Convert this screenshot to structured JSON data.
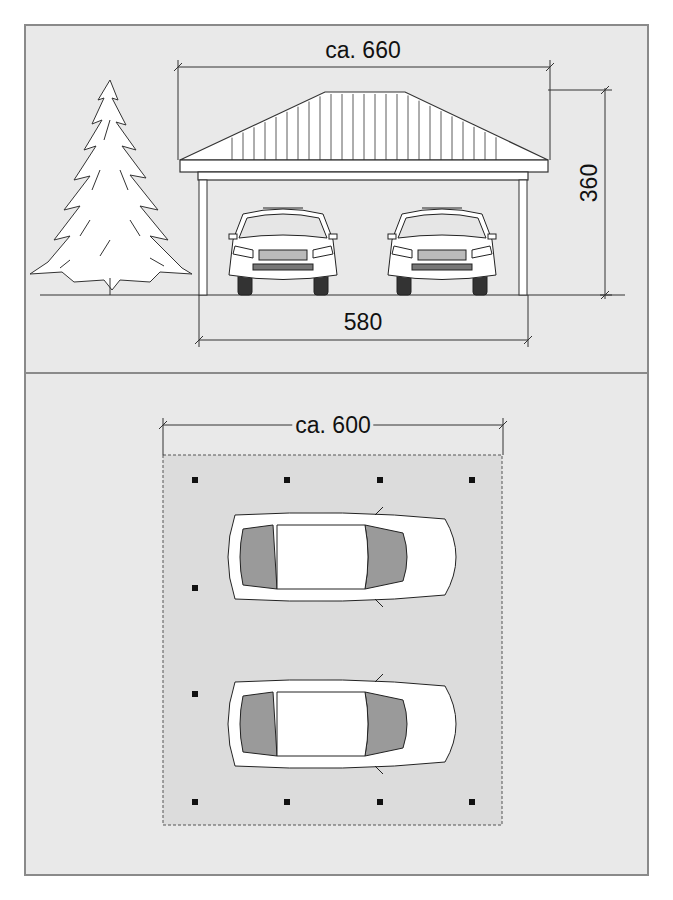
{
  "diagram": {
    "labels": [
      "ca. 660",
      "360",
      "580",
      "ca. 600"
    ]
  }
}
